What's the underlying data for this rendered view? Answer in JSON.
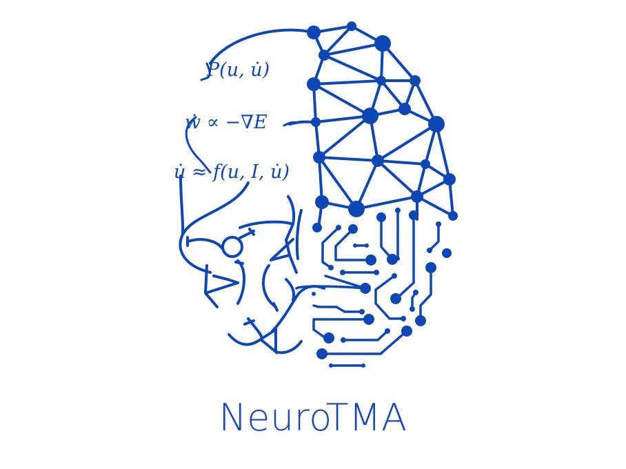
{
  "logo": {
    "name": "NeuroTMA",
    "color": "#0d47b5",
    "text_color": "#1746b8",
    "background": "#ffffff",
    "equations": [
      "P(u, u̇)",
      "ẇ ∝ −∇E",
      "u̇ ≈ f(u, I, u̇)"
    ],
    "graphic": "brain-half-network-half-circuit-icon"
  }
}
